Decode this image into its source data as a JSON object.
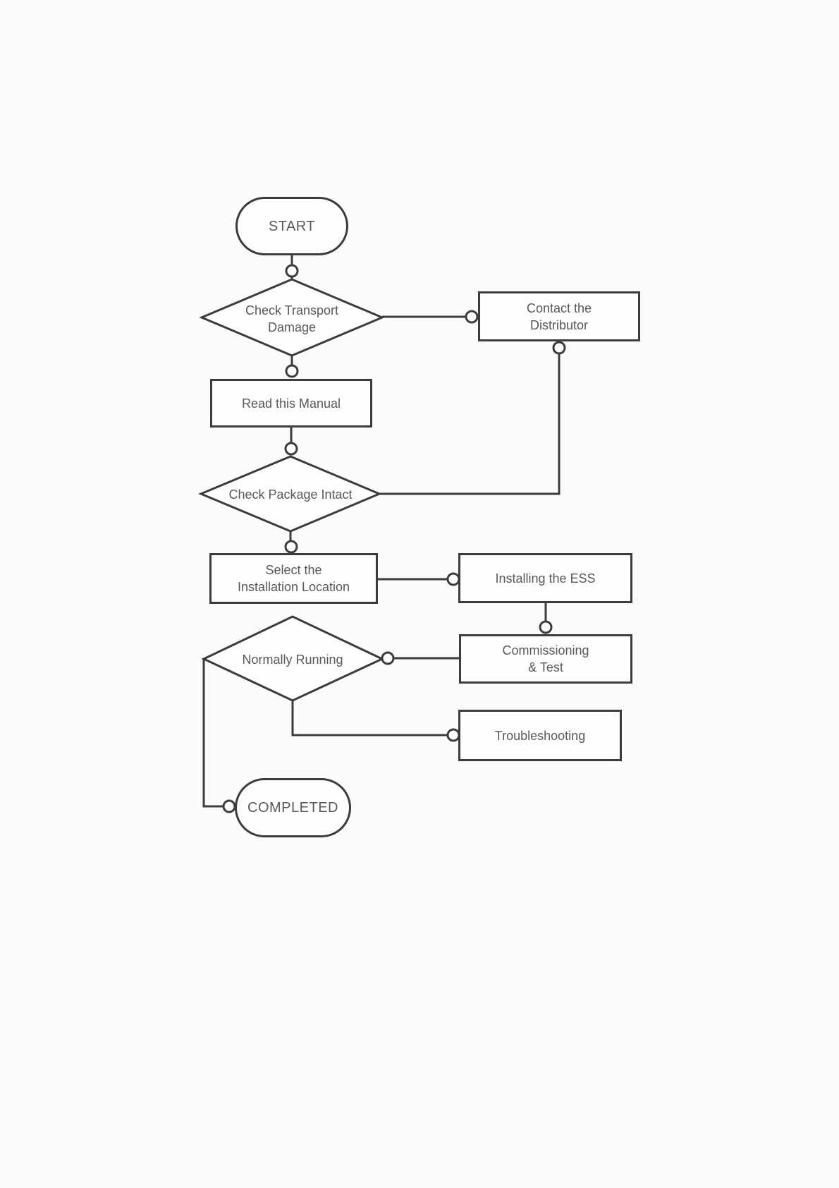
{
  "diagram": {
    "type": "flowchart",
    "nodes": {
      "start": {
        "label": "START",
        "shape": "terminator"
      },
      "check_transport_damage": {
        "label": "Check Transport\nDamage",
        "shape": "decision"
      },
      "contact_distributor": {
        "label": "Contact the\nDistributor",
        "shape": "process"
      },
      "read_manual": {
        "label": "Read this Manual",
        "shape": "process"
      },
      "check_package_intact": {
        "label": "Check Package Intact",
        "shape": "decision"
      },
      "select_location": {
        "label": "Select the\nInstallation Location",
        "shape": "process"
      },
      "installing_ess": {
        "label": "Installing the ESS",
        "shape": "process"
      },
      "commissioning_test": {
        "label": "Commissioning\n& Test",
        "shape": "process"
      },
      "normally_running": {
        "label": "Normally Running",
        "shape": "decision"
      },
      "troubleshooting": {
        "label": "Troubleshooting",
        "shape": "process"
      },
      "completed": {
        "label": "COMPLETED",
        "shape": "terminator"
      }
    },
    "edges": [
      {
        "from": "start",
        "to": "check_transport_damage"
      },
      {
        "from": "check_transport_damage",
        "to": "contact_distributor"
      },
      {
        "from": "check_transport_damage",
        "to": "read_manual"
      },
      {
        "from": "read_manual",
        "to": "check_package_intact"
      },
      {
        "from": "check_package_intact",
        "to": "contact_distributor"
      },
      {
        "from": "check_package_intact",
        "to": "select_location"
      },
      {
        "from": "select_location",
        "to": "installing_ess"
      },
      {
        "from": "installing_ess",
        "to": "commissioning_test"
      },
      {
        "from": "commissioning_test",
        "to": "normally_running"
      },
      {
        "from": "normally_running",
        "to": "troubleshooting"
      },
      {
        "from": "normally_running",
        "to": "completed"
      }
    ],
    "colors": {
      "line": "#3c3c3c",
      "text": "#595959",
      "shape_fill": "#fdfdfd",
      "background": "#fbfbfb"
    }
  }
}
